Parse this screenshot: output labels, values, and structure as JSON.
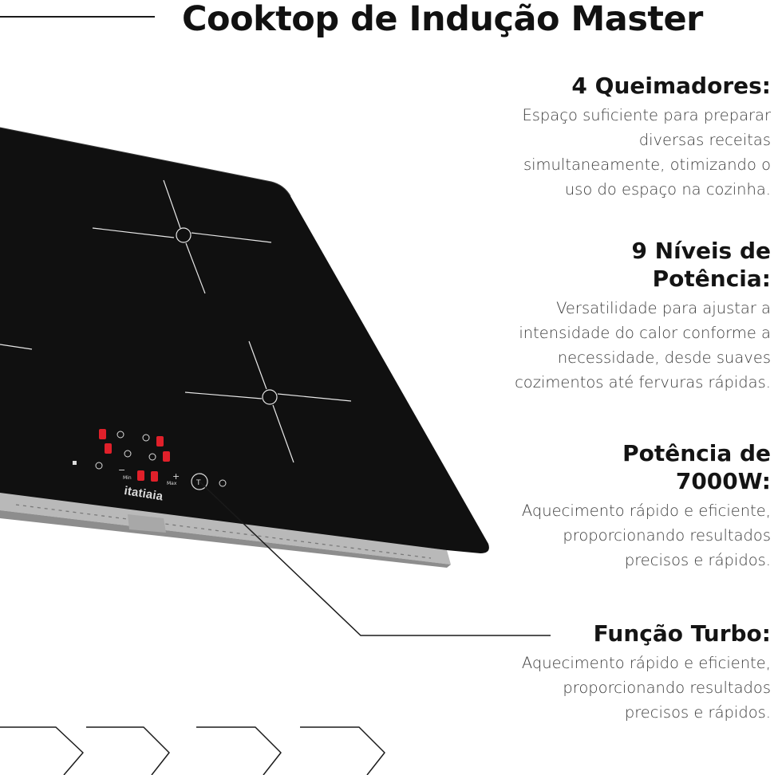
{
  "header": {
    "title": "Cooktop de Indução Master"
  },
  "features": [
    {
      "title": "4 Queimadores:",
      "lines": [
        "Espaço suficiente para preparar",
        "diversas receitas",
        "simultaneamente, otimizando o",
        "uso do espaço na cozinha."
      ]
    },
    {
      "title_lines": [
        "9 Níveis de",
        "Potência:"
      ],
      "lines": [
        "Versatilidade para ajustar a",
        "intensidade do calor conforme a",
        "necessidade, desde suaves",
        "cozimentos até fervuras rápidas."
      ]
    },
    {
      "title_lines": [
        "Potência de",
        "7000W:"
      ],
      "lines": [
        "Aquecimento rápido e eficiente,",
        "proporcionando resultados",
        "precisos e rápidos."
      ]
    },
    {
      "title": "Função Turbo:",
      "lines": [
        "Aquecimento rápido e eficiente,",
        "proporcionando resultados",
        "precisos e rápidos."
      ]
    }
  ],
  "cooktop": {
    "brand": "itatiaia",
    "control_labels": {
      "min": "Min",
      "max": "Max",
      "minus": "−",
      "plus": "+"
    }
  },
  "colors": {
    "glass": "#0f0f0f",
    "led": "#e0202a",
    "text": "#111111",
    "subtext": "#3c3c3c"
  }
}
